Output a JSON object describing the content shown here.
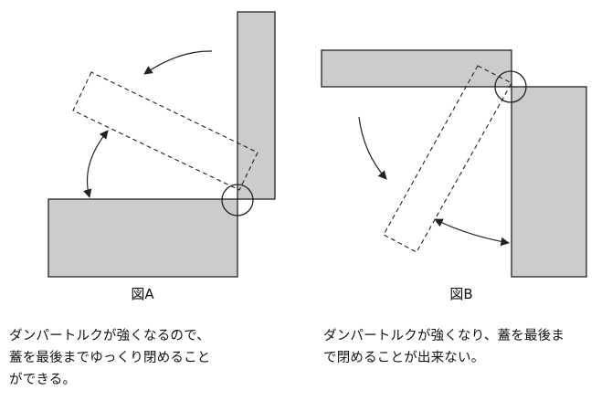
{
  "figures": [
    {
      "label": "図A",
      "caption_lines": [
        "ダンパートルクが強くなるので、",
        "蓋を最後までゆっくり閉めること",
        "ができる。"
      ]
    },
    {
      "label": "図B",
      "caption_lines": [
        "ダンパートルクが強くなり、蓋を最後ま",
        "で閉めることが出来ない。"
      ]
    }
  ],
  "colors": {
    "panel_fill": "#cccccc",
    "stroke": "#222222",
    "background": "#ffffff"
  }
}
